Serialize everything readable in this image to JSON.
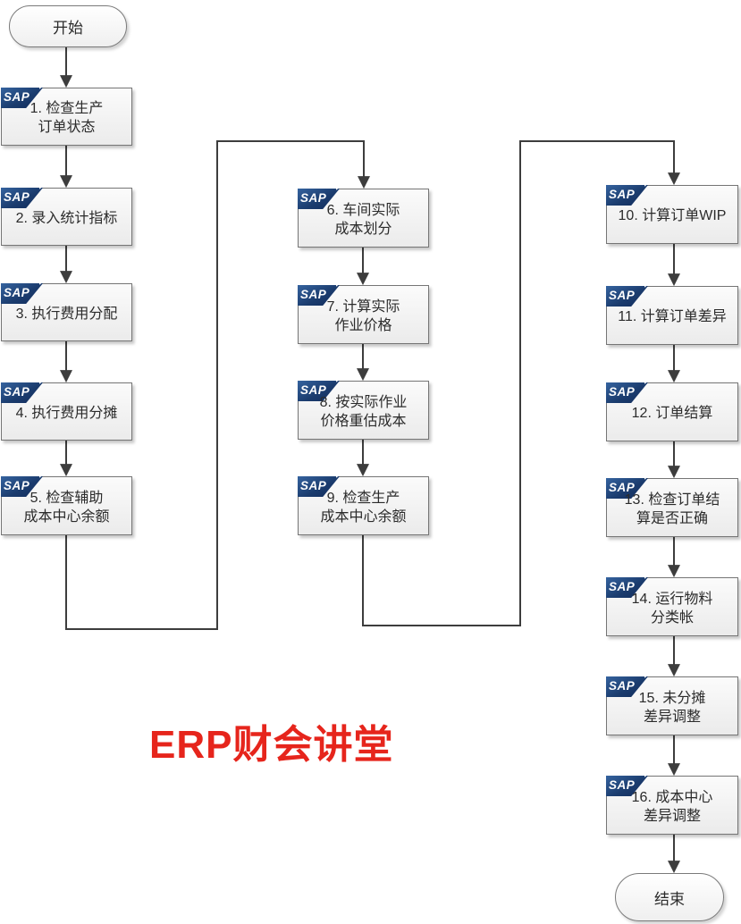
{
  "title": "ERP财会讲堂",
  "sap_logo": "SAP",
  "terminals": {
    "start": "开始",
    "end": "结束"
  },
  "steps": [
    {
      "label": "1. 检查生产\n订单状态"
    },
    {
      "label": "2. 录入统计指标"
    },
    {
      "label": "3. 执行费用分配"
    },
    {
      "label": "4. 执行费用分摊"
    },
    {
      "label": "5. 检查辅助\n成本中心余额"
    },
    {
      "label": "6. 车间实际\n成本划分"
    },
    {
      "label": "7. 计算实际\n作业价格"
    },
    {
      "label": "8. 按实际作业\n价格重估成本"
    },
    {
      "label": "9. 检查生产\n成本中心余额"
    },
    {
      "label": "10. 计算订单WIP"
    },
    {
      "label": "11. 计算订单差异"
    },
    {
      "label": "12. 订单结算"
    },
    {
      "label": "13. 检查订单结\n算是否正确"
    },
    {
      "label": "14. 运行物料\n分类帐"
    },
    {
      "label": "15. 未分摊\n差异调整"
    },
    {
      "label": "16. 成本中心\n差异调整"
    }
  ],
  "colors": {
    "sap_blue": "#1b3c6e",
    "title_red": "#e6251c",
    "connector_gray": "#3d3d3d",
    "box_border_gray": "#757575"
  }
}
